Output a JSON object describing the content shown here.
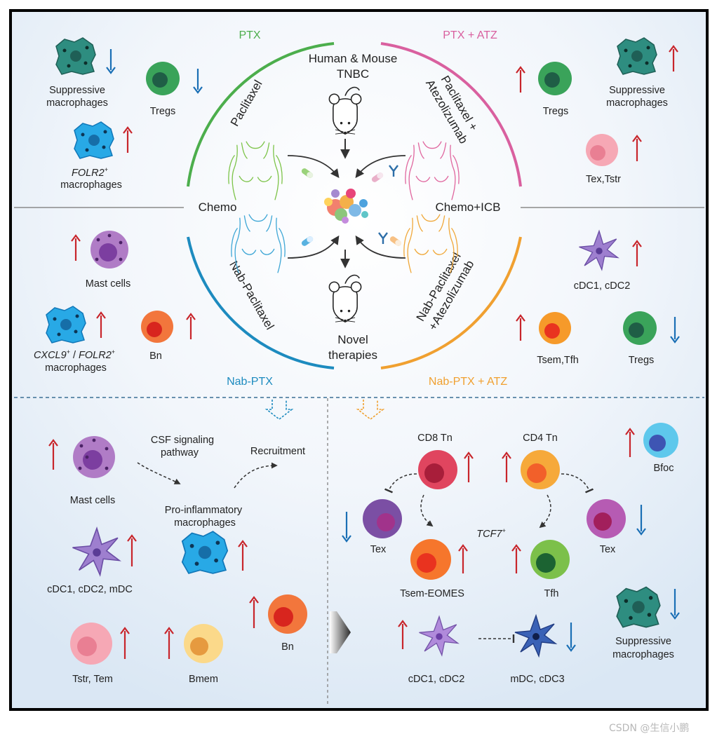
{
  "colors": {
    "ptx": "#4cae4c",
    "ptx_atz": "#d9609f",
    "nab_ptx": "#1d8bbf",
    "nab_ptx_atz": "#f0a030",
    "up_arrow": "#c8252b",
    "down_arrow": "#1a6fb5",
    "frame": "#111111",
    "panel_bg": "#e4edf7"
  },
  "titles": {
    "ptx": "PTX",
    "ptx_atz": "PTX + ATZ",
    "nab_ptx": "Nab-PTX",
    "nab_ptx_atz": "Nab-PTX + ATZ"
  },
  "center": {
    "top_line1": "Human & Mouse",
    "top_line2": "TNBC",
    "bottom_line1": "Novel",
    "bottom_line2": "therapies",
    "chemo": "Chemo",
    "chemo_icb": "Chemo+ICB",
    "arc_paclitaxel": "Paclitaxel",
    "arc_nab_paclitaxel": "Nab-Paclitaxel",
    "arc_pac_atz_1": "Paclitaxel +",
    "arc_pac_atz_2": "Atezolizumab",
    "arc_nab_atz_1": "Nab-Paclitaxel",
    "arc_nab_atz_2": "+Atezolizumab"
  },
  "ptx_panel": {
    "supp_mac_1": "Suppressive",
    "supp_mac_2": "macrophages",
    "tregs": "Tregs",
    "folr2_gene": "FOLR2",
    "folr2_sup": "+",
    "folr2_cells": "macrophages"
  },
  "ptx_atz_panel": {
    "tregs": "Tregs",
    "supp_mac_1": "Suppressive",
    "supp_mac_2": "macrophages",
    "tex_tstr": "Tex,Tstr"
  },
  "nab_panel": {
    "mast": "Mast cells",
    "cxcl9_gene": "CXCL9",
    "cxcl9_sup": "+",
    "slash": " / ",
    "folr2_gene": "FOLR2",
    "folr2_sup": "+",
    "mac": "macrophages",
    "bn": "Bn"
  },
  "nab_atz_panel": {
    "cdc": "cDC1, cDC2",
    "tsem_tfh": "Tsem,Tfh",
    "tregs": "Tregs"
  },
  "bottom_left": {
    "mast": "Mast cells",
    "csf_1": "CSF signaling",
    "csf_2": "pathway",
    "recruit": "Recruitment",
    "proinf_1": "Pro-inflammatory",
    "proinf_2": "macrophages",
    "cdc": "cDC1, cDC2, mDC",
    "bn": "Bn",
    "tstr_tem": "Tstr, Tem",
    "bmem": "Bmem"
  },
  "bottom_right": {
    "cd8": "CD8 Tn",
    "cd4": "CD4 Tn",
    "bfoc": "Bfoc",
    "tex_left": "Tex",
    "tex_right": "Tex",
    "tcf7_gene": "TCF7",
    "tcf7_sup": "+",
    "tsem_eomes": "Tsem-EOMES",
    "tfh": "Tfh",
    "supp_1": "Suppressive",
    "supp_2": "macrophages",
    "cdc": "cDC1, cDC2",
    "mdc": "mDC, cDC3"
  },
  "watermark": "CSDN @生信小鹏"
}
